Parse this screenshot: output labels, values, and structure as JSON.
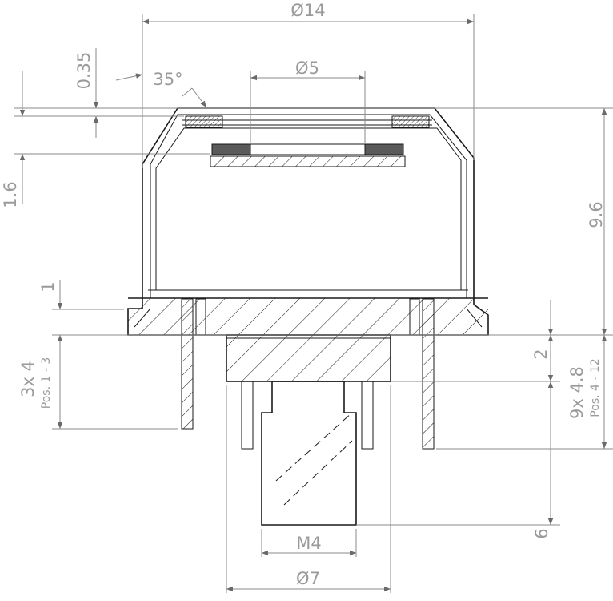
{
  "dimensions": {
    "overall_diameter": "Ø14",
    "sensor_diameter": "Ø5",
    "foil_thickness": "0.35",
    "chamfer_angle": "35°",
    "top_offset": "1.6",
    "total_height": "9.6",
    "flange_thickness": "1",
    "short_pins_qty": "3x 4",
    "short_pins_pos": "Pos. 1 - 3",
    "hex_height": "2",
    "long_pins_qty": "9x 4.8",
    "long_pins_pos": "Pos. 4 - 12",
    "thread_length": "6",
    "thread_size": "M4",
    "hex_diameter": "Ø7"
  },
  "colors": {
    "outline": "#1a1a1a",
    "dimension": "#8a8a8a",
    "text": "#9a9a9a",
    "pad": "#5a5a5a"
  }
}
